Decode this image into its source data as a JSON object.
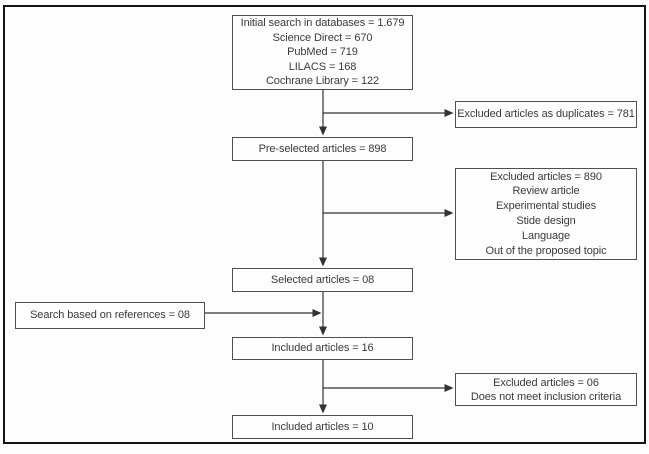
{
  "diagram": {
    "type": "flowchart",
    "boxes": {
      "initial_search": {
        "lines": [
          "Initial search in databases = 1.679",
          "Science Direct = 670",
          "PubMed = 719",
          "LILACS = 168",
          "Cochrane Library = 122"
        ]
      },
      "excluded_duplicates": {
        "lines": [
          "Excluded articles as duplicates = 781"
        ]
      },
      "pre_selected": {
        "lines": [
          "Pre-selected articles = 898"
        ]
      },
      "excluded_screening": {
        "lines": [
          "Excluded articles = 890",
          "Review article",
          "Experimental studies",
          "Stide design",
          "Language",
          "Out of the proposed topic"
        ]
      },
      "selected": {
        "lines": [
          "Selected articles = 08"
        ]
      },
      "search_references": {
        "lines": [
          "Search based on references = 08"
        ]
      },
      "included_16": {
        "lines": [
          "Included articles = 16"
        ]
      },
      "excluded_criteria": {
        "lines": [
          "Excluded articles = 06",
          "Does not meet inclusion criteria"
        ]
      },
      "included_10": {
        "lines": [
          "Included articles = 10"
        ]
      }
    },
    "colors": {
      "background": "#fdfdfd",
      "frame_border": "#141414",
      "box_border": "#4f4f4f",
      "text": "#3a3a3a",
      "arrow": "#333333"
    }
  }
}
